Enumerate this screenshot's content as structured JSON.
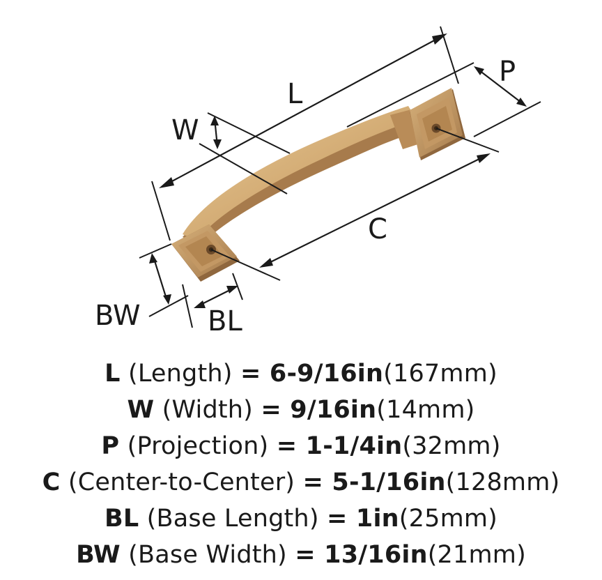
{
  "diagram": {
    "labels": {
      "L": "L",
      "W": "W",
      "P": "P",
      "C": "C",
      "BL": "BL",
      "BW": "BW"
    },
    "colors": {
      "brass_light": "#e2c08e",
      "brass_mid": "#caa06a",
      "brass_dark": "#9c7448",
      "brass_shadow": "#7a5633",
      "line": "#1a1a1a"
    }
  },
  "specs": [
    {
      "key": "L",
      "name": " (Length) ",
      "eq": "= ",
      "inches": "6-9/16in",
      "mm": "(167mm)"
    },
    {
      "key": "W",
      "name": " (Width) ",
      "eq": "= ",
      "inches": "9/16in",
      "mm": "(14mm)"
    },
    {
      "key": "P",
      "name": " (Projection) ",
      "eq": "= ",
      "inches": "1-1/4in",
      "mm": "(32mm)"
    },
    {
      "key": "C",
      "name": " (Center-to-Center) ",
      "eq": "= ",
      "inches": "5-1/16in",
      "mm": "(128mm)"
    },
    {
      "key": "BL",
      "name": " (Base Length) ",
      "eq": "= ",
      "inches": "1in",
      "mm": "(25mm)"
    },
    {
      "key": "BW",
      "name": " (Base Width) ",
      "eq": "= ",
      "inches": "13/16in",
      "mm": "(21mm)"
    }
  ]
}
